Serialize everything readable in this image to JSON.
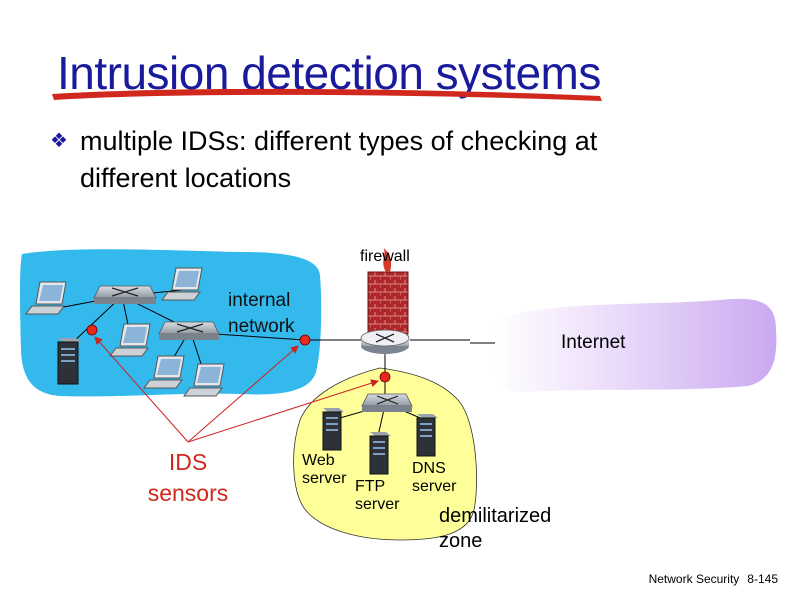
{
  "title": "Intrusion detection systems",
  "bullet": {
    "icon": "diamond-bullet-icon",
    "text_line1": "multiple IDSs: different types of checking at",
    "text_line2": "different locations"
  },
  "diagram": {
    "firewall_label": "firewall",
    "internal_network_line1": "internal",
    "internal_network_line2": "network",
    "internet_label": "Internet",
    "ids_line1": "IDS",
    "ids_line2": "sensors",
    "web_line1": "Web",
    "web_line2": "server",
    "ftp_line1": "FTP",
    "ftp_line2": "server",
    "dns_line1": "DNS",
    "dns_line2": "server",
    "dmz_line1": "demilitarized",
    "dmz_line2": "zone",
    "colors": {
      "internal_network": "#33b9ec",
      "dmz": "#ffff99",
      "internet": "#c9a9f0",
      "sensor": "#e8291c",
      "arrow": "#cc2222",
      "firewall": "#b0272a"
    }
  },
  "footer": {
    "course": "Network Security",
    "page": "8-145"
  }
}
